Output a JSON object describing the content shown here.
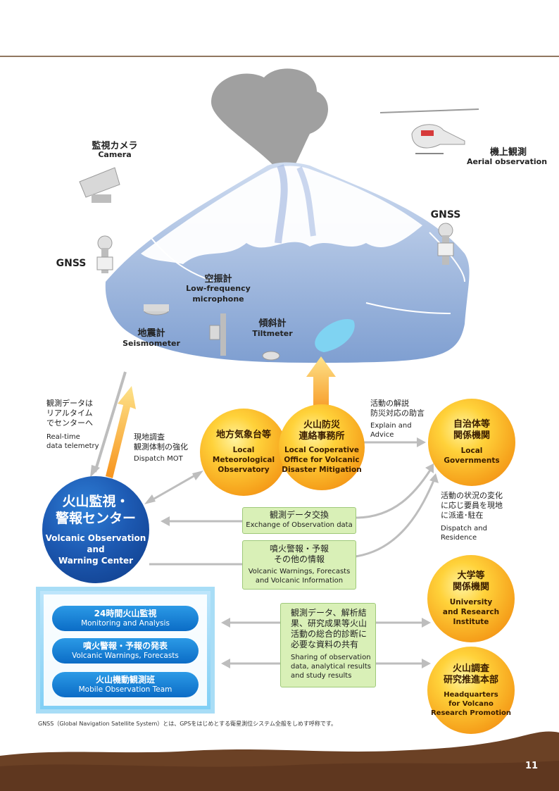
{
  "instruments": {
    "camera": {
      "jp": "監視カメラ",
      "en": "Camera"
    },
    "aerial": {
      "jp": "機上観測",
      "en": "Aerial observation"
    },
    "gnss_left": {
      "en": "GNSS"
    },
    "gnss_right": {
      "en": "GNSS"
    },
    "microphone": {
      "jp": "空振計",
      "en": "Low-frequency\nmicrophone"
    },
    "seismometer": {
      "jp": "地震計",
      "en": "Seismometer"
    },
    "tiltmeter": {
      "jp": "傾斜計",
      "en": "Tiltmeter"
    }
  },
  "notes": {
    "telemetry_jp": "観測データは\nリアルタイム\nでセンターへ",
    "telemetry_en": "Real-time\ndata telemetry",
    "dispatch_mot_jp": "現地調査\n観測体制の強化",
    "dispatch_mot_en": "Dispatch MOT",
    "explain_jp": "活動の解説\n防災対応の助言",
    "explain_en": "Explain and\nAdvice",
    "residence_jp": "活動の状況の変化\nに応じ要員を現地\nに派遣･駐在",
    "residence_en": "Dispatch and\nResidence"
  },
  "nodes": {
    "local_met": {
      "jp": "地方気象台等",
      "en": "Local\nMeteorological\nObservatory"
    },
    "local_coop": {
      "jp": "火山防災\n連絡事務所",
      "en": "Local Cooperative\nOffice for Volcanic\nDisaster Mitigation"
    },
    "local_gov": {
      "jp": "自治体等\n関係機関",
      "en": "Local\nGovernments"
    },
    "center": {
      "jp": "火山監視・\n警報センター",
      "en": "Volcanic Observation\nand\nWarning Center"
    },
    "university": {
      "jp": "大学等\n関係機関",
      "en": "University\nand Research\nInstitute"
    },
    "hq": {
      "jp": "火山調査\n研究推進本部",
      "en": "Headquarters\nfor Volcano\nResearch Promotion"
    }
  },
  "boxes": {
    "exchange": {
      "jp": "観測データ交換",
      "en": "Exchange of Observation data"
    },
    "warnings": {
      "jp": "噴火警報・予報\nその他の情報",
      "en": "Volcanic Warnings, Forecasts\nand Volcanic Information"
    },
    "sharing": {
      "jp": "観測データ、解析結\n果、研究成果等火山\n活動の総合的診断に\n必要な資料の共有",
      "en": "Sharing of observation\ndata, analytical results\nand study results"
    }
  },
  "functions": [
    {
      "jp": "24時間火山監視",
      "en": "Monitoring and Analysis"
    },
    {
      "jp": "噴火警報・予報の発表",
      "en": "Volcanic Warnings, Forecasts"
    },
    {
      "jp": "火山機動観測班",
      "en": "Mobile Observation Team"
    }
  ],
  "footnote": "GNSS（Global Navigation Satellite System）とは、GPSをはじめとする衛星測位システム全般をしめす呼称です。",
  "page_number": "11",
  "colors": {
    "rule": "#6b4a2b",
    "ground": "#6b4125",
    "orange_orb": "#f6a21c",
    "blue_orb": "#1d5ab3",
    "green_box": "#d9f0b7",
    "pill": "#0b6cc6",
    "arrow_gray": "#bdbdbd"
  }
}
